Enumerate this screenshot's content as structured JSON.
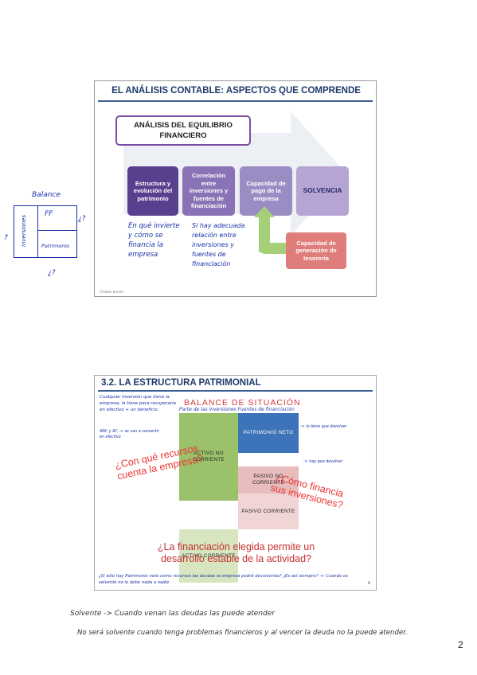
{
  "slide1": {
    "title": "EL ANÁLISIS CONTABLE: ASPECTOS QUE COMPRENDE",
    "equilibrio": "ANÁLISIS DEL EQUILIBRIO FINANCIERO",
    "stages": [
      "Estructura y evolución del patrimonio",
      "Correlación entre inversiones y fuentes de financiación",
      "Capacidad de pago de la empresa",
      "SOLVENCIA"
    ],
    "tesoreria": "Capacidad de generación de tesorería",
    "copyright": "©Isabel Borrán",
    "handwriting": {
      "note_patrimonio": "En qué invierte y cómo se financia la empresa",
      "note_correlacion": "Si hay adecuada relación entre inversiones y fuentes de financiación"
    }
  },
  "balance_sketch": {
    "label": "Balance",
    "left": "inversiones",
    "ff": "FF",
    "patrimonio": "Patrimonio",
    "q_left": "?",
    "q_right": "¿?",
    "q_bottom": "¿?"
  },
  "slide2": {
    "title": "3.2. LA ESTRUCTURA PATRIMONIAL",
    "balance_title": "BALANCE DE SITUACIÓN",
    "balance_sub": "Parte de las inversiones   Fuentes de financiación",
    "cells": {
      "activo_no_corriente": "ACTIVO NO CORRIENTE",
      "activo_corriente": "ACTIVO CORRIENTE",
      "patrimonio_neto": "PATRIMONIO NETO",
      "pasivo_no_corriente": "PASIVO NO CORRIENTE",
      "pasivo_corriente": "PASIVO CORRIENTE"
    },
    "question_left": "¿Con qué recursos cuenta la empresa?",
    "question_right": "¿Cómo financia sus inversiones?",
    "question_bottom": "¿La financiación elegida permite un desarrollo estable de la actividad?",
    "page": "4",
    "handwriting": {
      "left1": "Cualquier inversión que tiene la empresa, la tiene para recuperarla en efectivo + un beneficio",
      "left2": "ANC y AC -> se van a convertir en efectivo",
      "right1": "-> lo tiene que devolver",
      "right2": "-> hay que devolver",
      "bottom": "¿Si sólo hay Patrimonio neto como recursos las deudas la empresa podrá devolverlas? ¿Es así siempre? -> Cuando es solvente no le debe nada a nadie."
    }
  },
  "notes": {
    "line1": "Solvente -> Cuando venan las deudas las puede atender",
    "line2": "No será solvente cuando tenga problemas financieros y al vencer la deuda no la puede atender.",
    "page_number": "2"
  }
}
